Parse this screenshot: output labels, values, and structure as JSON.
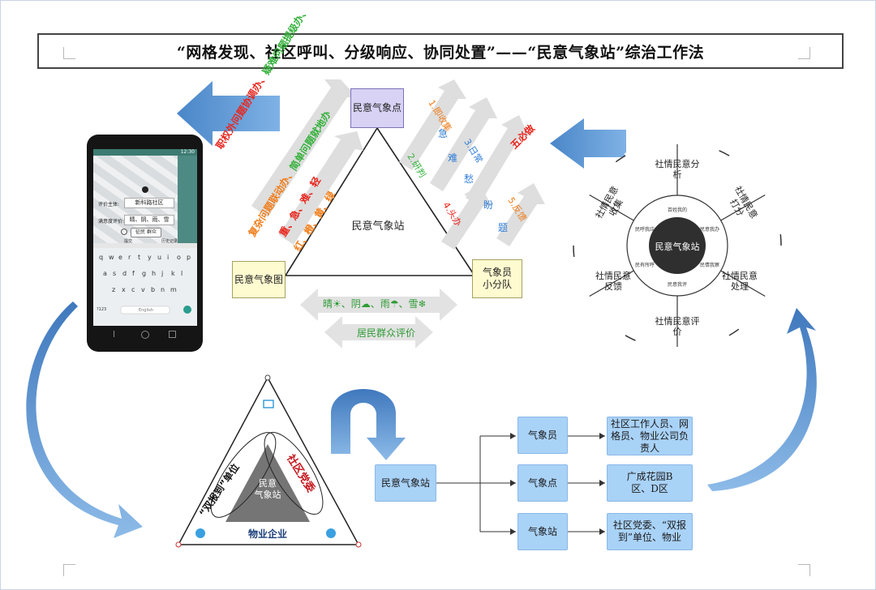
{
  "title": "“网格发现、社区呼叫、分级响应、协同处置”——“民意气象站”综治工作法",
  "triangle": {
    "top": "民意气象点",
    "left": "民意气象图",
    "right_line1": "气象员",
    "right_line2": "小分队",
    "center": "民意气象站",
    "weather": "晴☀、阴☁、雨☂、雪❄",
    "evaluation": "居民群众评价"
  },
  "left_labels": {
    "line1": "职权外问题协调办、",
    "line1b": "疑难问题提级办、",
    "line2": "复杂问题联动办、",
    "line2b": "简单问题就地办",
    "line3": "重、急、难、轻",
    "line4": "红、橙、黄、绿"
  },
  "right_labels": {
    "n1": "1.",
    "t1": "即收集",
    "n2": "2.",
    "t2": "研判",
    "n3": "3.",
    "t3": "日常",
    "n4": "4.",
    "t4": "头办",
    "n5": "5.",
    "t5": "反馈",
    "k1": "急",
    "k2": "难",
    "k3": "愁",
    "k4": "盼",
    "k5": "题",
    "k6": "五必做"
  },
  "phone": {
    "status_time": "12:30",
    "label_unit": "评价主体:",
    "value_unit": "新科路社区",
    "label_weather": "满意度评价:",
    "value_weather": "晴、阴、雨、雪",
    "button": "征民 群众",
    "link_left": "提交",
    "link_right": "历史记录",
    "rows": [
      [
        "q",
        "w",
        "e",
        "r",
        "t",
        "y",
        "u",
        "i",
        "o",
        "p"
      ],
      [
        "a",
        "s",
        "d",
        "f",
        "g",
        "h",
        "j",
        "k",
        "l"
      ],
      [
        "z",
        "x",
        "c",
        "v",
        "b",
        "n",
        "m"
      ]
    ],
    "numkey": "?123",
    "space_label": "English"
  },
  "wheel": {
    "center": "民意气象站",
    "outer": [
      "社情民意分析",
      "社情民意打分",
      "社情民意处理",
      "社情民意评价",
      "社情民意反馈",
      "社情民意收集"
    ],
    "inner": [
      "百姓我的",
      "民意我办",
      "民情我察",
      "民意我评",
      "民有所呼",
      "民呼我应"
    ]
  },
  "bottom_triangle": {
    "center_line1": "民意",
    "center_line2": "气象站",
    "left": "“双报到”单位",
    "right": "社区党委",
    "bottom": "物业企业"
  },
  "org": {
    "root": "民意气象站",
    "levels": [
      "气象员",
      "气象点",
      "气象站"
    ],
    "details": [
      "社区工作人员、网格员、物业公司负责人",
      "广成花园B区、D区",
      "社区党委、“双报到”单位、物业"
    ]
  },
  "colors": {
    "arrow_blue": "#5b9bd5",
    "red_text": "#e8251c",
    "orange_text": "#f07d1a",
    "green_text": "#33b03a",
    "blue_text": "#2e7cd6",
    "box_blue": "#a9d2f7",
    "wheel_dark": "#333333"
  }
}
